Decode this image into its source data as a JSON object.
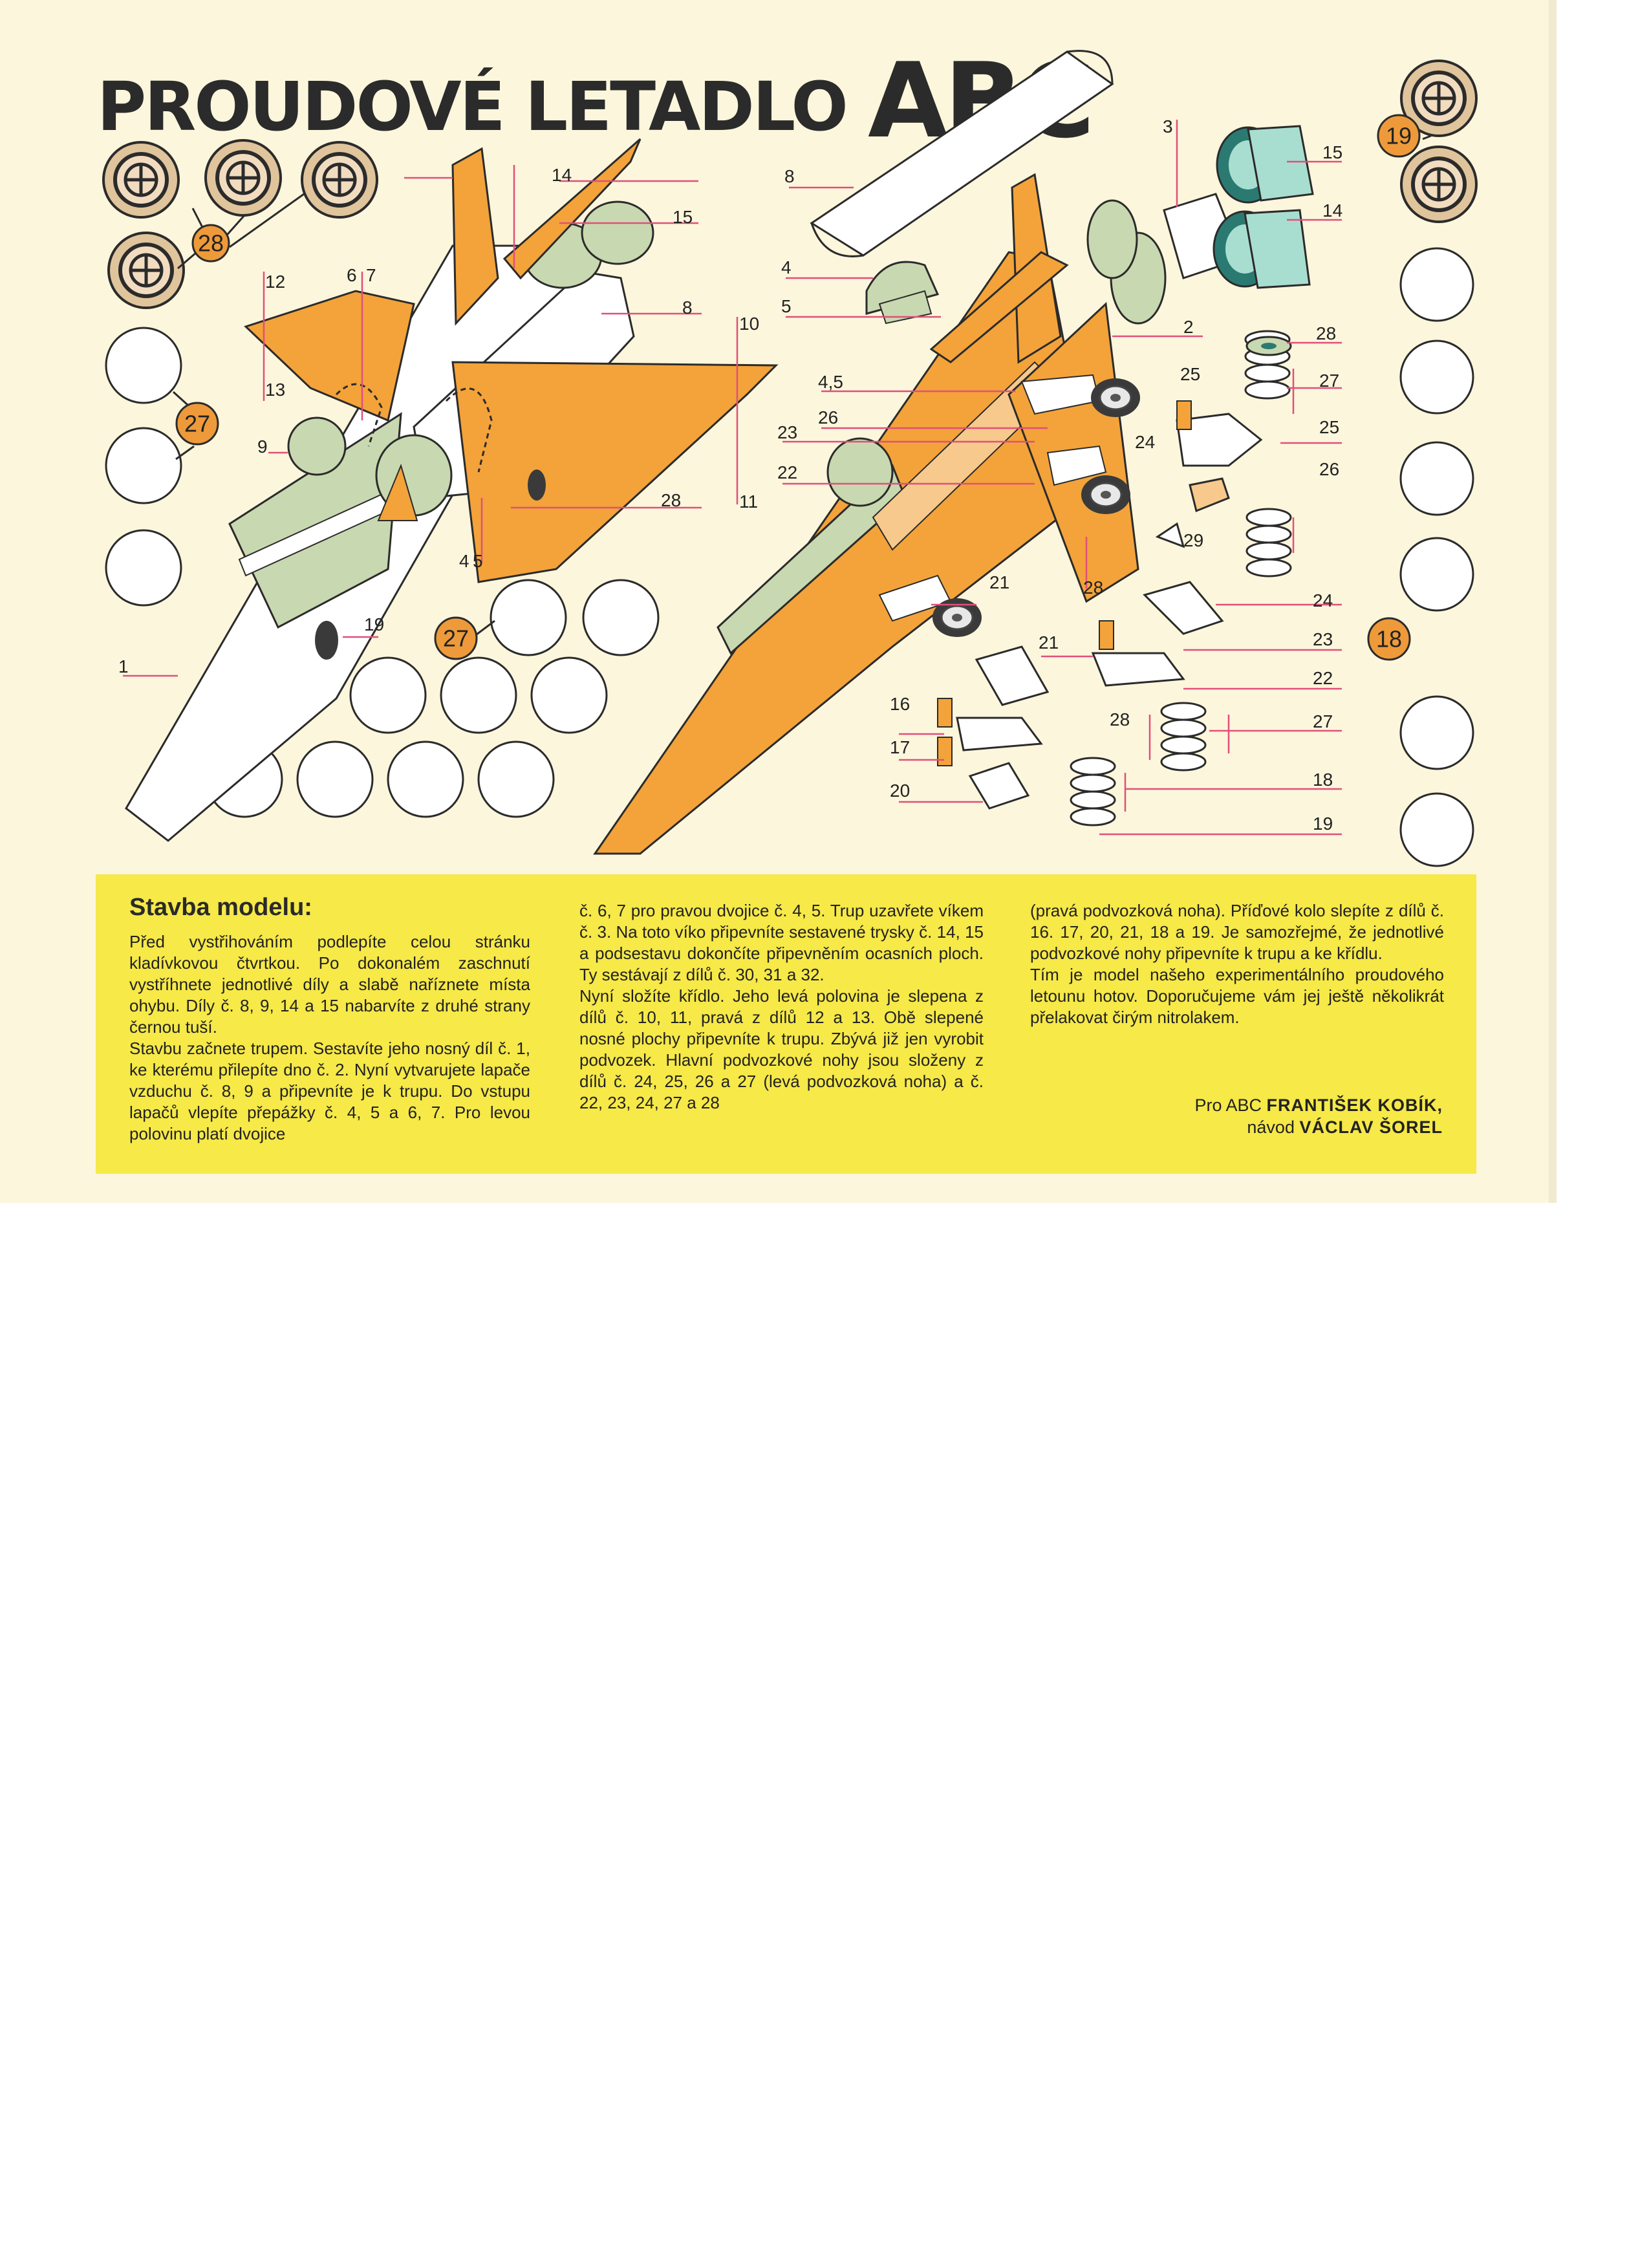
{
  "title": {
    "main": "PROUDOVÉ LETADLO",
    "brand": "ABC"
  },
  "part_labels": [
    "1",
    "9",
    "12",
    "13",
    "6",
    "7",
    "14",
    "15",
    "8",
    "10",
    "11",
    "28",
    "4",
    "5",
    "19",
    "3",
    "15",
    "14",
    "8",
    "4",
    "5",
    "2",
    "25",
    "4,5",
    "26",
    "23",
    "22",
    "24",
    "21",
    "28",
    "16",
    "17",
    "20",
    "21",
    "28",
    "28",
    "27",
    "25",
    "26",
    "29",
    "24",
    "23",
    "22",
    "27",
    "18",
    "19"
  ],
  "badges": [
    "28",
    "27",
    "27",
    "19",
    "18"
  ],
  "instructions": {
    "heading": "Stavba modelu:",
    "col1": "Před vystřihováním podlepíte celou stránku kladívkovou čtvrtkou. Po dokonalém zaschnutí vystříhnete jednotlivé díly a slabě naříznete místa ohybu. Díly č. 8, 9, 14 a 15 nabarvíte z druhé strany černou tuší.\n   Stavbu začnete trupem. Sestavíte jeho nosný díl č. 1, ke kterému přilepíte dno č. 2. Nyní vytvarujete lapače vzduchu č. 8, 9 a připevníte je k trupu. Do vstupu lapačů vlepíte přepážky č. 4, 5 a 6, 7. Pro levou polovinu platí dvojice",
    "col2": "č. 6, 7 pro pravou dvojice č. 4, 5. Trup uzavřete víkem č. 3. Na toto víko připevníte sestavené trysky č. 14, 15 a podsestavu dokončíte připevněním ocasních ploch. Ty sestávají z dílů č. 30, 31 a 32.\n   Nyní složíte křídlo. Jeho levá polovina je slepena z dílů č. 10, 11, pravá z dílů 12 a 13. Obě slepené nosné plochy připevníte k trupu. Zbývá již jen vyrobit podvozek. Hlavní podvozkové nohy jsou složeny z dílů č. 24, 25, 26 a 27 (levá podvozková noha) a č. 22, 23, 24, 27 a 28",
    "col3": "(pravá podvozková noha). Příďové kolo slepíte z dílů č. 16. 17, 20, 21, 18 a 19. Je samozřejmé, že jednotlivé podvozkové nohy připevníte k trupu a ke křídlu.\n   Tím je model našeho experimentálního proudového letounu hotov. Doporučujeme vám jej ještě několikrát přelakovat čirým nitrolakem."
  },
  "credits": {
    "line1_prefix": "Pro ABC",
    "line1_name": "FRANTIŠEK KOBÍK,",
    "line2_prefix": "návod",
    "line2_name": "VÁCLAV ŠOREL"
  },
  "colors": {
    "paper": "#fcf6dc",
    "panel_yellow": "#f6e948",
    "orange": "#f3a33a",
    "light_orange": "#f7c98c",
    "green": "#c8d8b0",
    "cyan": "#a8ded0",
    "badge_orange": "#ee9a3a",
    "wheel_tan": "#e0c49c",
    "leader_pink": "#e0507a"
  }
}
